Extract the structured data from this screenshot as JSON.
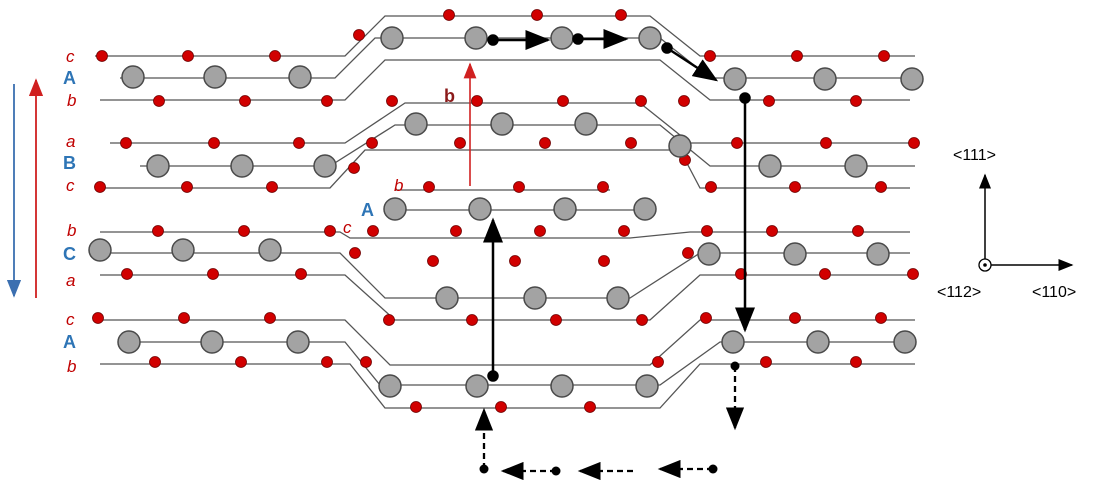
{
  "layer_labels": [
    {
      "text": "c",
      "kind": "small"
    },
    {
      "text": "A",
      "kind": "big"
    },
    {
      "text": "b",
      "kind": "small"
    },
    {
      "text": "a",
      "kind": "small"
    },
    {
      "text": "B",
      "kind": "big"
    },
    {
      "text": "c",
      "kind": "small"
    },
    {
      "text": "b",
      "kind": "small"
    },
    {
      "text": "C",
      "kind": "big"
    },
    {
      "text": "a",
      "kind": "small"
    },
    {
      "text": "c",
      "kind": "small"
    },
    {
      "text": "A",
      "kind": "big"
    },
    {
      "text": "b",
      "kind": "small"
    }
  ],
  "center_labels": {
    "b_vector": "b",
    "inner_b": "b",
    "inner_A": "A",
    "inner_c": "c"
  },
  "axes": {
    "up": "<111>",
    "right": "<110>",
    "out": "<112>"
  },
  "colors": {
    "small_atom": "#d10000",
    "big_atom": "#a3a3a3",
    "red_label": "#c00000",
    "blue_label": "#2e75b6",
    "burgers_arrow": "#d02020",
    "stacking_arrow_blue": "#3b6fb0",
    "stacking_arrow_red": "#d02020"
  }
}
